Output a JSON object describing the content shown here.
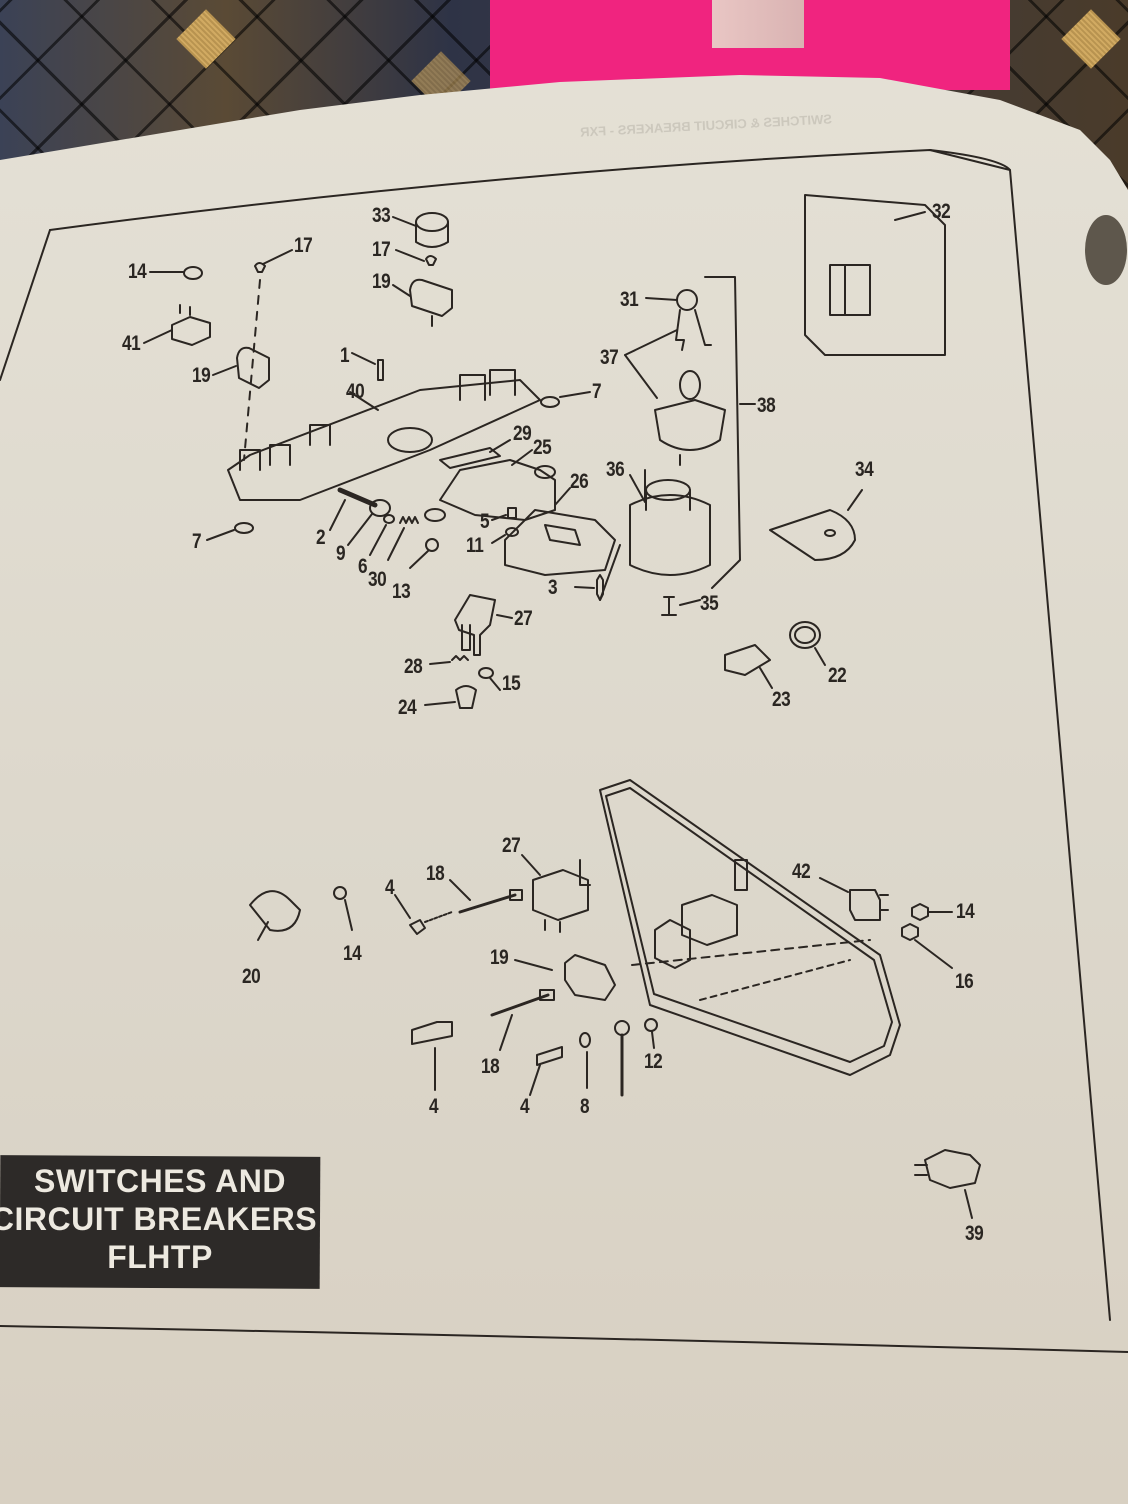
{
  "document": {
    "type": "parts-catalog-page",
    "title_lines": [
      "SWITCHES AND",
      "CIRCUIT BREAKERS",
      "FLHTP"
    ],
    "bleed_through_heading": "SWITCHES & CIRCUIT BREAKERS - FXR"
  },
  "callouts": [
    {
      "id": "c14a",
      "label": "14"
    },
    {
      "id": "c41",
      "label": "41"
    },
    {
      "id": "c17a",
      "label": "17"
    },
    {
      "id": "c19a",
      "label": "19"
    },
    {
      "id": "c33",
      "label": "33"
    },
    {
      "id": "c17b",
      "label": "17"
    },
    {
      "id": "c19b",
      "label": "19"
    },
    {
      "id": "c1",
      "label": "1"
    },
    {
      "id": "c40",
      "label": "40"
    },
    {
      "id": "c7a",
      "label": "7"
    },
    {
      "id": "c7b",
      "label": "7"
    },
    {
      "id": "c29",
      "label": "29"
    },
    {
      "id": "c25",
      "label": "25"
    },
    {
      "id": "c2",
      "label": "2"
    },
    {
      "id": "c9",
      "label": "9"
    },
    {
      "id": "c6",
      "label": "6"
    },
    {
      "id": "c30",
      "label": "30"
    },
    {
      "id": "c13",
      "label": "13"
    },
    {
      "id": "c5",
      "label": "5"
    },
    {
      "id": "c11",
      "label": "11"
    },
    {
      "id": "c26",
      "label": "26"
    },
    {
      "id": "c36",
      "label": "36"
    },
    {
      "id": "c3",
      "label": "3"
    },
    {
      "id": "c27a",
      "label": "27"
    },
    {
      "id": "c28",
      "label": "28"
    },
    {
      "id": "c15",
      "label": "15"
    },
    {
      "id": "c24",
      "label": "24"
    },
    {
      "id": "c31",
      "label": "31"
    },
    {
      "id": "c37",
      "label": "37"
    },
    {
      "id": "c38",
      "label": "38"
    },
    {
      "id": "c35",
      "label": "35"
    },
    {
      "id": "c32",
      "label": "32"
    },
    {
      "id": "c34",
      "label": "34"
    },
    {
      "id": "c23",
      "label": "23"
    },
    {
      "id": "c22",
      "label": "22"
    },
    {
      "id": "c27b",
      "label": "27"
    },
    {
      "id": "c18a",
      "label": "18"
    },
    {
      "id": "c4a",
      "label": "4"
    },
    {
      "id": "c14b",
      "label": "14"
    },
    {
      "id": "c20",
      "label": "20"
    },
    {
      "id": "c19c",
      "label": "19"
    },
    {
      "id": "c18b",
      "label": "18"
    },
    {
      "id": "c4b",
      "label": "4"
    },
    {
      "id": "c4c",
      "label": "4"
    },
    {
      "id": "c8",
      "label": "8"
    },
    {
      "id": "c12",
      "label": "12"
    },
    {
      "id": "c42",
      "label": "42"
    },
    {
      "id": "c14c",
      "label": "14"
    },
    {
      "id": "c16",
      "label": "16"
    },
    {
      "id": "c39",
      "label": "39"
    }
  ]
}
